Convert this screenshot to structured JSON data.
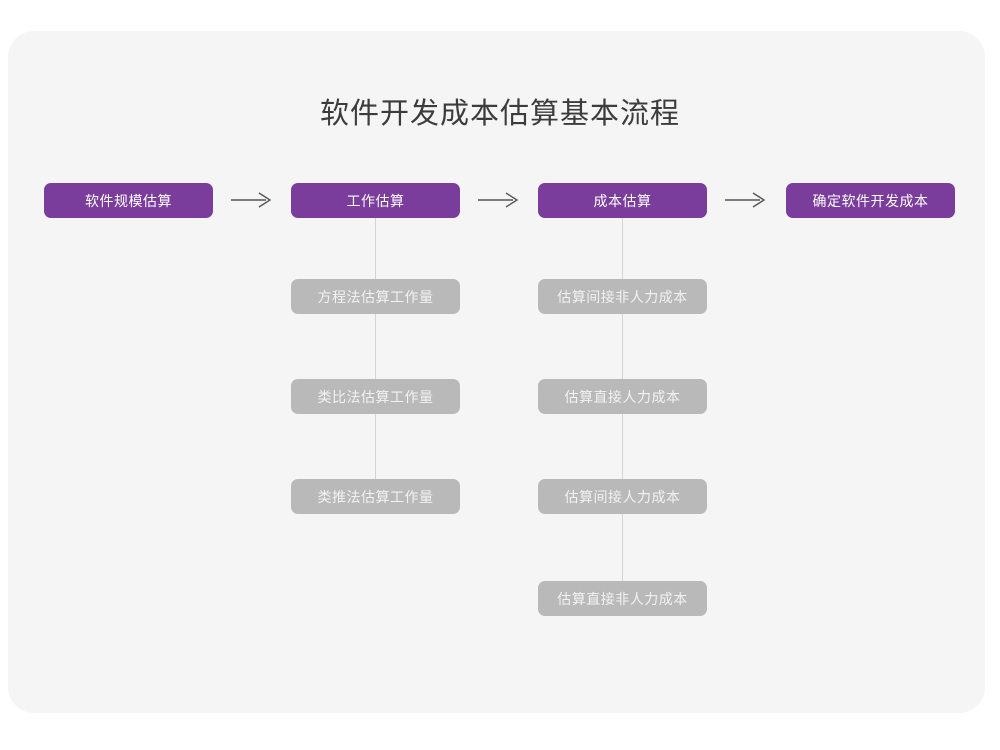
{
  "canvas": {
    "background_color": "#f5f5f5",
    "page_background_color": "#ffffff"
  },
  "diagram": {
    "type": "flowchart",
    "title": "软件开发成本估算基本流程",
    "colors": {
      "primary_node": "#7a3d9c",
      "primary_node_text": "#ffffff",
      "sub_node": "#b9b9b9",
      "sub_node_text": "#f2f2f2",
      "connector": "#d4d4d4",
      "arrow": "#555555",
      "title_text": "#3c3c3c"
    },
    "main_flow": [
      {
        "label": "软件规模估算"
      },
      {
        "label": "工作估算"
      },
      {
        "label": "成本估算"
      },
      {
        "label": "确定软件开发成本"
      }
    ],
    "arrows": [
      {
        "name": "arrow-1",
        "glyph": "→"
      },
      {
        "name": "arrow-2",
        "glyph": "→"
      },
      {
        "name": "arrow-3",
        "glyph": "→"
      }
    ],
    "branches": [
      {
        "parent": "工作估算",
        "items": [
          {
            "label": "方程法估算工作量"
          },
          {
            "label": "类比法估算工作量"
          },
          {
            "label": "类推法估算工作量"
          }
        ]
      },
      {
        "parent": "成本估算",
        "items": [
          {
            "label": "估算间接非人力成本"
          },
          {
            "label": "估算直接人力成本"
          },
          {
            "label": "估算间接人力成本"
          },
          {
            "label": "估算直接非人力成本"
          }
        ]
      }
    ]
  }
}
